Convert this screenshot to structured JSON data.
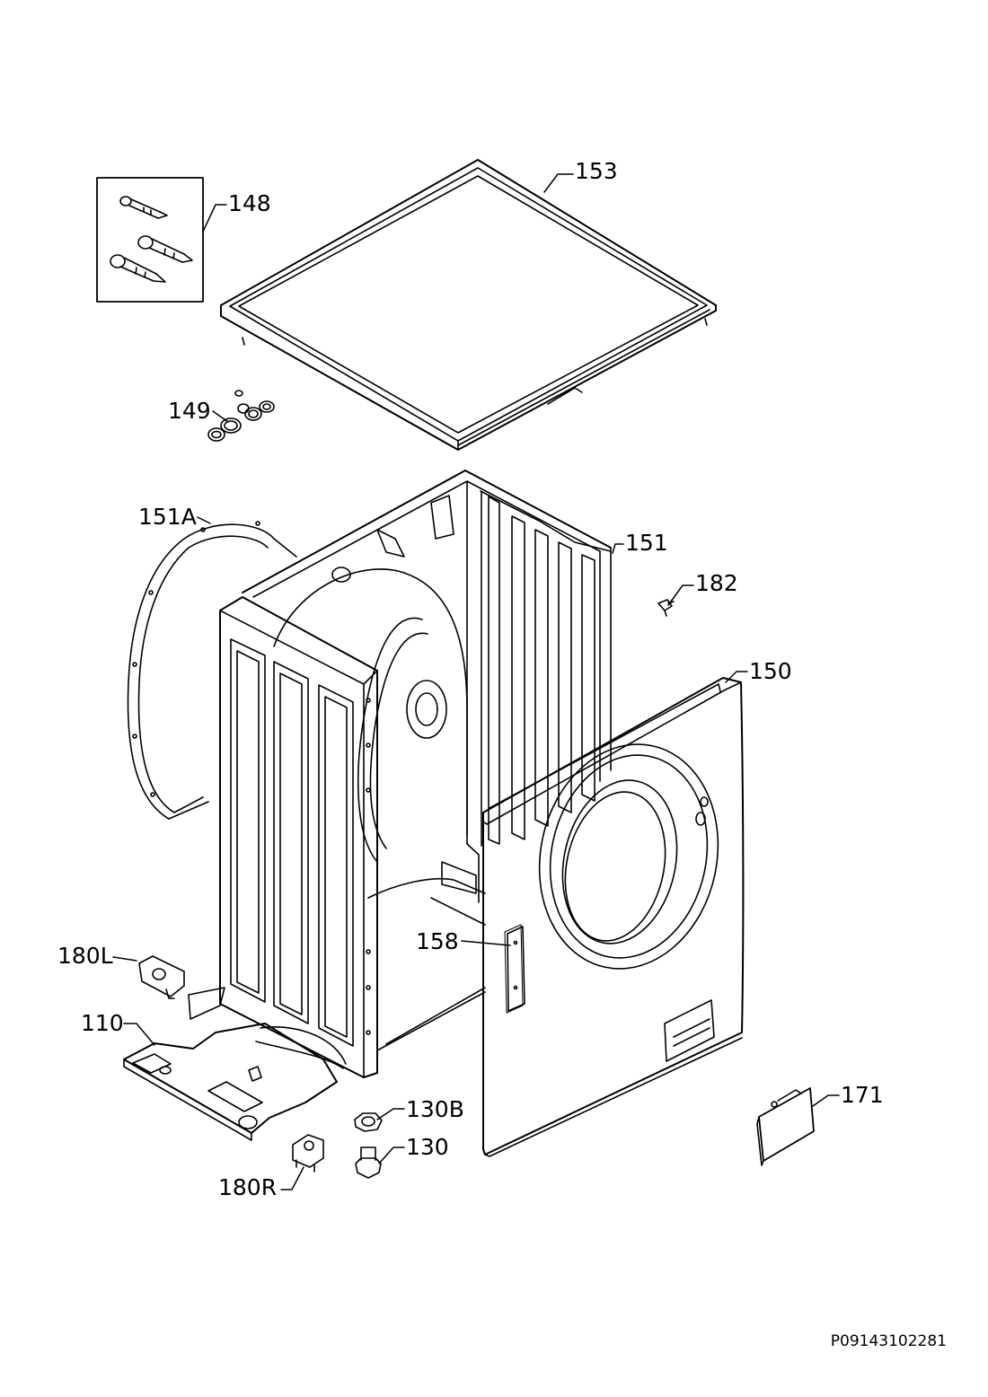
{
  "diagram": {
    "labels": {
      "l153": "153",
      "l148": "148",
      "l149": "149",
      "l151A": "151A",
      "l151": "151",
      "l182": "182",
      "l150": "150",
      "l158": "158",
      "l180L": "180L",
      "l110": "110",
      "l130B": "130B",
      "l130": "130",
      "l180R": "180R",
      "l171": "171"
    },
    "document_code": "P09143102281",
    "colors": {
      "line": "#000000",
      "background": "#ffffff"
    }
  }
}
